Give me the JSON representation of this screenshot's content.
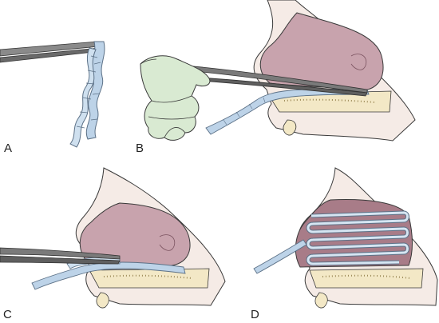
{
  "panels": [
    {
      "letter": "A"
    },
    {
      "letter": "B"
    },
    {
      "letter": "C"
    },
    {
      "letter": "D"
    }
  ],
  "colors": {
    "turbinate": "#c8a3ad",
    "turbinate_shadow": "#a87c88",
    "gauze": "#bdd3e8",
    "gauze_outline": "#5c7187",
    "bone": "#f3e8c6",
    "bone_dots": "#9c8a58",
    "skin": "#f5ebe6",
    "glove": "#d9ead2",
    "forceps": "#6f6f6f",
    "outline": "#3a3a3a"
  }
}
